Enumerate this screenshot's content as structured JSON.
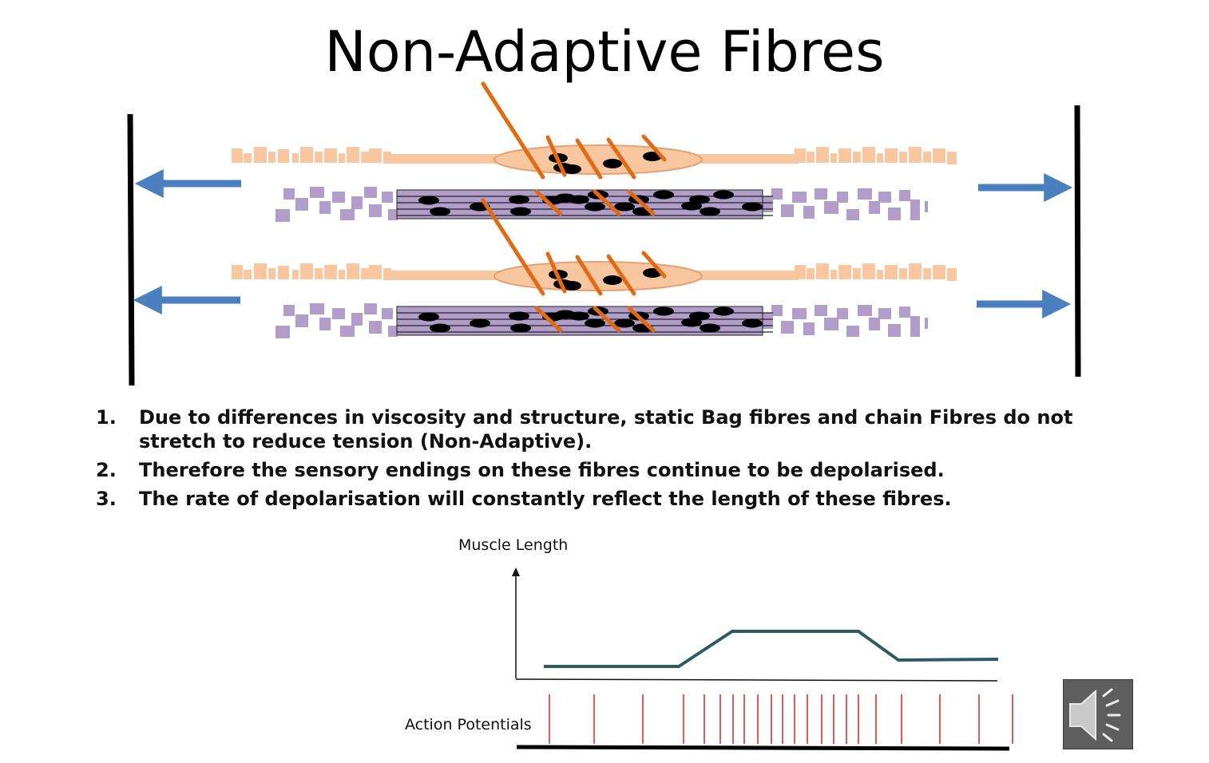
{
  "slide": {
    "title": "Non-Adaptive Fibres",
    "points": [
      {
        "number": "1.",
        "text": "Due to differences in viscosity and structure, static Bag fibres and chain Fibres do not stretch to reduce tension (Non-Adaptive)."
      },
      {
        "number": "2.",
        "text": "Therefore the sensory endings on these fibres continue to be depolarised."
      },
      {
        "number": "3.",
        "text": "The rate of depolarisation will constantly reflect the length of these fibres."
      }
    ]
  },
  "graph": {
    "y_label": "Muscle Length",
    "spikes_label": "Action Potentials",
    "line_color": "#2d5b63",
    "spike_color": "#e03030"
  },
  "colors": {
    "bag_fibre": "#f8c7a0",
    "chain_fibre": "#b09dc9",
    "sensory_ending": "#e06b14",
    "arrow": "#4a7fc0"
  },
  "icons": {
    "speaker": "speaker-icon"
  }
}
